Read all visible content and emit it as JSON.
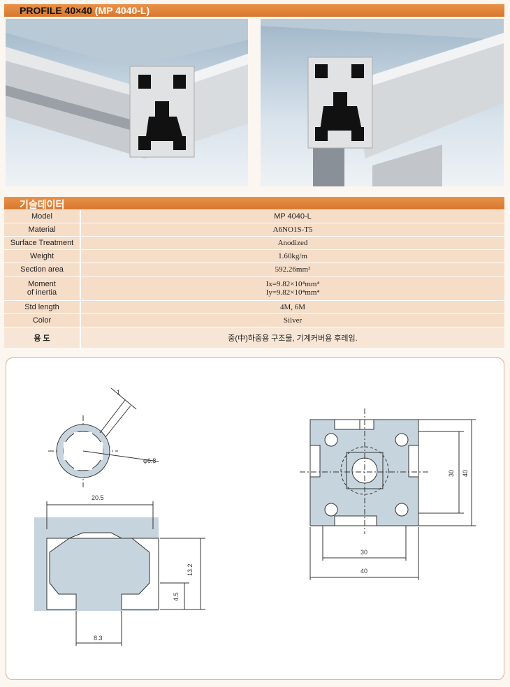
{
  "header": {
    "title_prefix": "PROFILE 40×40",
    "title_code": "(MP 4040-L)"
  },
  "spec_header": "기술데이터",
  "specs": [
    {
      "key": "Model",
      "value": "MP 4040-L"
    },
    {
      "key": "Material",
      "value": "A6NO1S-T5"
    },
    {
      "key": "Surface Treatment",
      "value": "Anodized"
    },
    {
      "key": "Weight",
      "value": "1.60kg/m"
    },
    {
      "key": "Section area",
      "value": "592.26mm²"
    },
    {
      "key": "Moment\nof inertia",
      "value": "Ix=9.82×10⁴mm⁴\nIy=9.82×10⁴mm⁴"
    },
    {
      "key": "Std length",
      "value": "4M, 6M"
    },
    {
      "key": "Color",
      "value": "Silver"
    },
    {
      "key": "용 도",
      "value": "중(中)하중용 구조물, 기계커버용 후레임."
    }
  ],
  "dims": {
    "d1": "1",
    "d2": "φ6.8",
    "d3": "20.5",
    "d4": "13.2",
    "d5": "4.5",
    "d6": "8.3",
    "d7": "30",
    "d8": "40",
    "d9": "30",
    "d10": "40"
  },
  "colors": {
    "accent": "#d8772e",
    "row_bg": "#f5ddc8"
  }
}
